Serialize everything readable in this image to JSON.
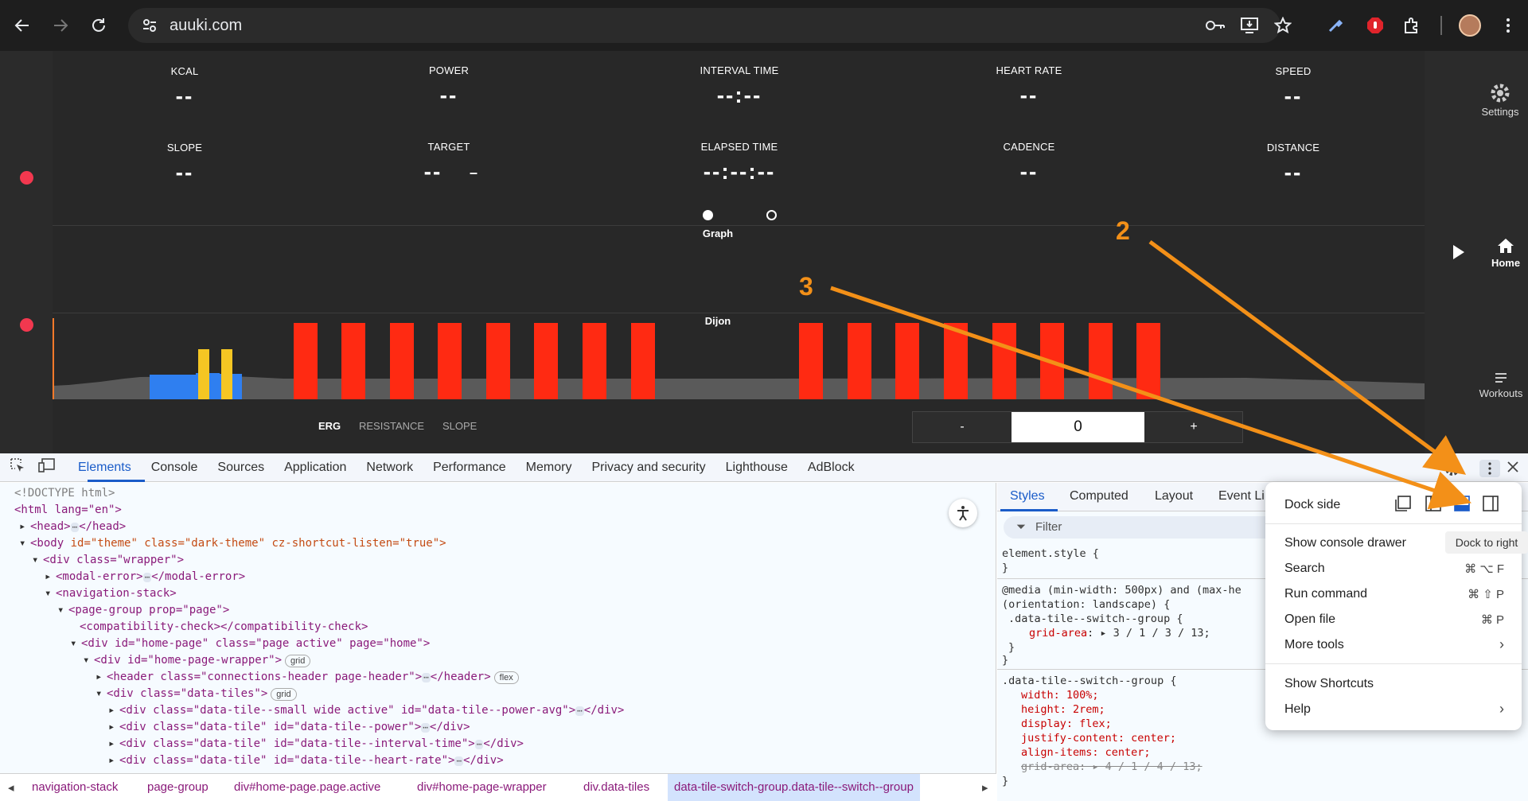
{
  "browser": {
    "url": "auuki.com"
  },
  "app": {
    "tiles": [
      {
        "label": "KCAL",
        "value": "--"
      },
      {
        "label": "POWER",
        "value": "--"
      },
      {
        "label": "INTERVAL TIME",
        "value": "--:--"
      },
      {
        "label": "HEART RATE",
        "value": "--"
      },
      {
        "label": "SPEED",
        "value": "--"
      },
      {
        "label": "SLOPE",
        "value": "--"
      },
      {
        "label": "TARGET",
        "value": "--"
      },
      {
        "label": "ELAPSED TIME",
        "value": "--:--:--"
      },
      {
        "label": "CADENCE",
        "value": "--"
      },
      {
        "label": "DISTANCE",
        "value": "--"
      }
    ],
    "target_secondary": "–",
    "graph_label": "Graph",
    "workout_name": "Dijon",
    "modes": [
      "ERG",
      "RESISTANCE",
      "SLOPE"
    ],
    "stepper": {
      "minus": "-",
      "value": "0",
      "plus": "+"
    },
    "right_nav": {
      "settings": "Settings",
      "home": "Home",
      "workouts": "Workouts"
    },
    "colors": {
      "bar_red": "#ff2a12",
      "bar_blue": "#2f7ff0",
      "bar_yellow": "#f5c623",
      "profile_gray": "#5a5a5a",
      "status_red": "#f2384f"
    }
  },
  "devtools": {
    "tabs": [
      "Elements",
      "Console",
      "Sources",
      "Application",
      "Network",
      "Performance",
      "Memory",
      "Privacy and security",
      "Lighthouse",
      "AdBlock"
    ],
    "dom": {
      "doctype": "<!DOCTYPE html>",
      "html_open": "<html lang=\"en\">",
      "head": "<head>",
      "head_close": "</head>",
      "body_tag": "<body",
      "body_attrs": " id=\"theme\" class=\"dark-theme\" cz-shortcut-listen=\"true\">",
      "wrapper": "<div class=\"wrapper\">",
      "modal_error": "<modal-error>",
      "modal_error_close": "</modal-error>",
      "navigation_stack": "<navigation-stack>",
      "page_group": "<page-group prop=\"page\">",
      "compat": "<compatibility-check></compatibility-check>",
      "home_page": "<div id=\"home-page\" class=\"page active\" page=\"home\">",
      "home_wrapper": "<div id=\"home-page-wrapper\">",
      "header": "<header class=\"connections-header page-header\">",
      "header_close": "</header>",
      "data_tiles": "<div class=\"data-tiles\">",
      "tile_power_avg": "<div class=\"data-tile--small wide active\" id=\"data-tile--power-avg\">",
      "tile_power": "<div class=\"data-tile\" id=\"data-tile--power\">",
      "tile_interval": "<div class=\"data-tile\" id=\"data-tile--interval-time\">",
      "tile_hr": "<div class=\"data-tile\" id=\"data-tile--heart-rate\">",
      "div_close": "</div>",
      "badge_grid": "grid",
      "badge_flex": "flex",
      "ellipsis": "⋯"
    },
    "breadcrumbs": [
      "navigation-stack",
      "page-group",
      "div#home-page.page.active",
      "div#home-page-wrapper",
      "div.data-tiles",
      "data-tile-switch-group.data-tile--switch--group"
    ],
    "styles_tabs": [
      "Styles",
      "Computed",
      "Layout",
      "Event Li"
    ],
    "filter_placeholder": "Filter",
    "css": {
      "element_style": "element.style {",
      "close": "}",
      "media1": "@media (min-width: 500px) and (max-he",
      "media2": "(orientation: landscape) {",
      "sel1": ".data-tile--switch--group {",
      "grid_area1_prop": "grid-area",
      "grid_area1_val": "3 / 1 / 3 / 13;",
      "sel2": ".data-tile--switch--group {",
      "width": "width: 100%;",
      "height": "height: 2rem;",
      "display": "display: flex;",
      "justify": "justify-content: center;",
      "align": "align-items: center;",
      "grid_area2": "grid-area: ▸ 4 / 1 / 4 / 13;"
    },
    "menu": {
      "dock_side": "Dock side",
      "items": [
        {
          "label": "Show console drawer",
          "shortcut": ""
        },
        {
          "label": "Search",
          "shortcut": "⌘ ⌥ F"
        },
        {
          "label": "Run command",
          "shortcut": "⌘ ⇧ P"
        },
        {
          "label": "Open file",
          "shortcut": "⌘ P"
        },
        {
          "label": "More tools",
          "shortcut": "›"
        }
      ],
      "items2": [
        {
          "label": "Show Shortcuts",
          "shortcut": ""
        },
        {
          "label": "Help",
          "shortcut": "›"
        }
      ],
      "tooltip": "Dock to right"
    }
  },
  "annotations": {
    "a2": "2",
    "a3": "3",
    "arrow_color": "#f39018"
  }
}
